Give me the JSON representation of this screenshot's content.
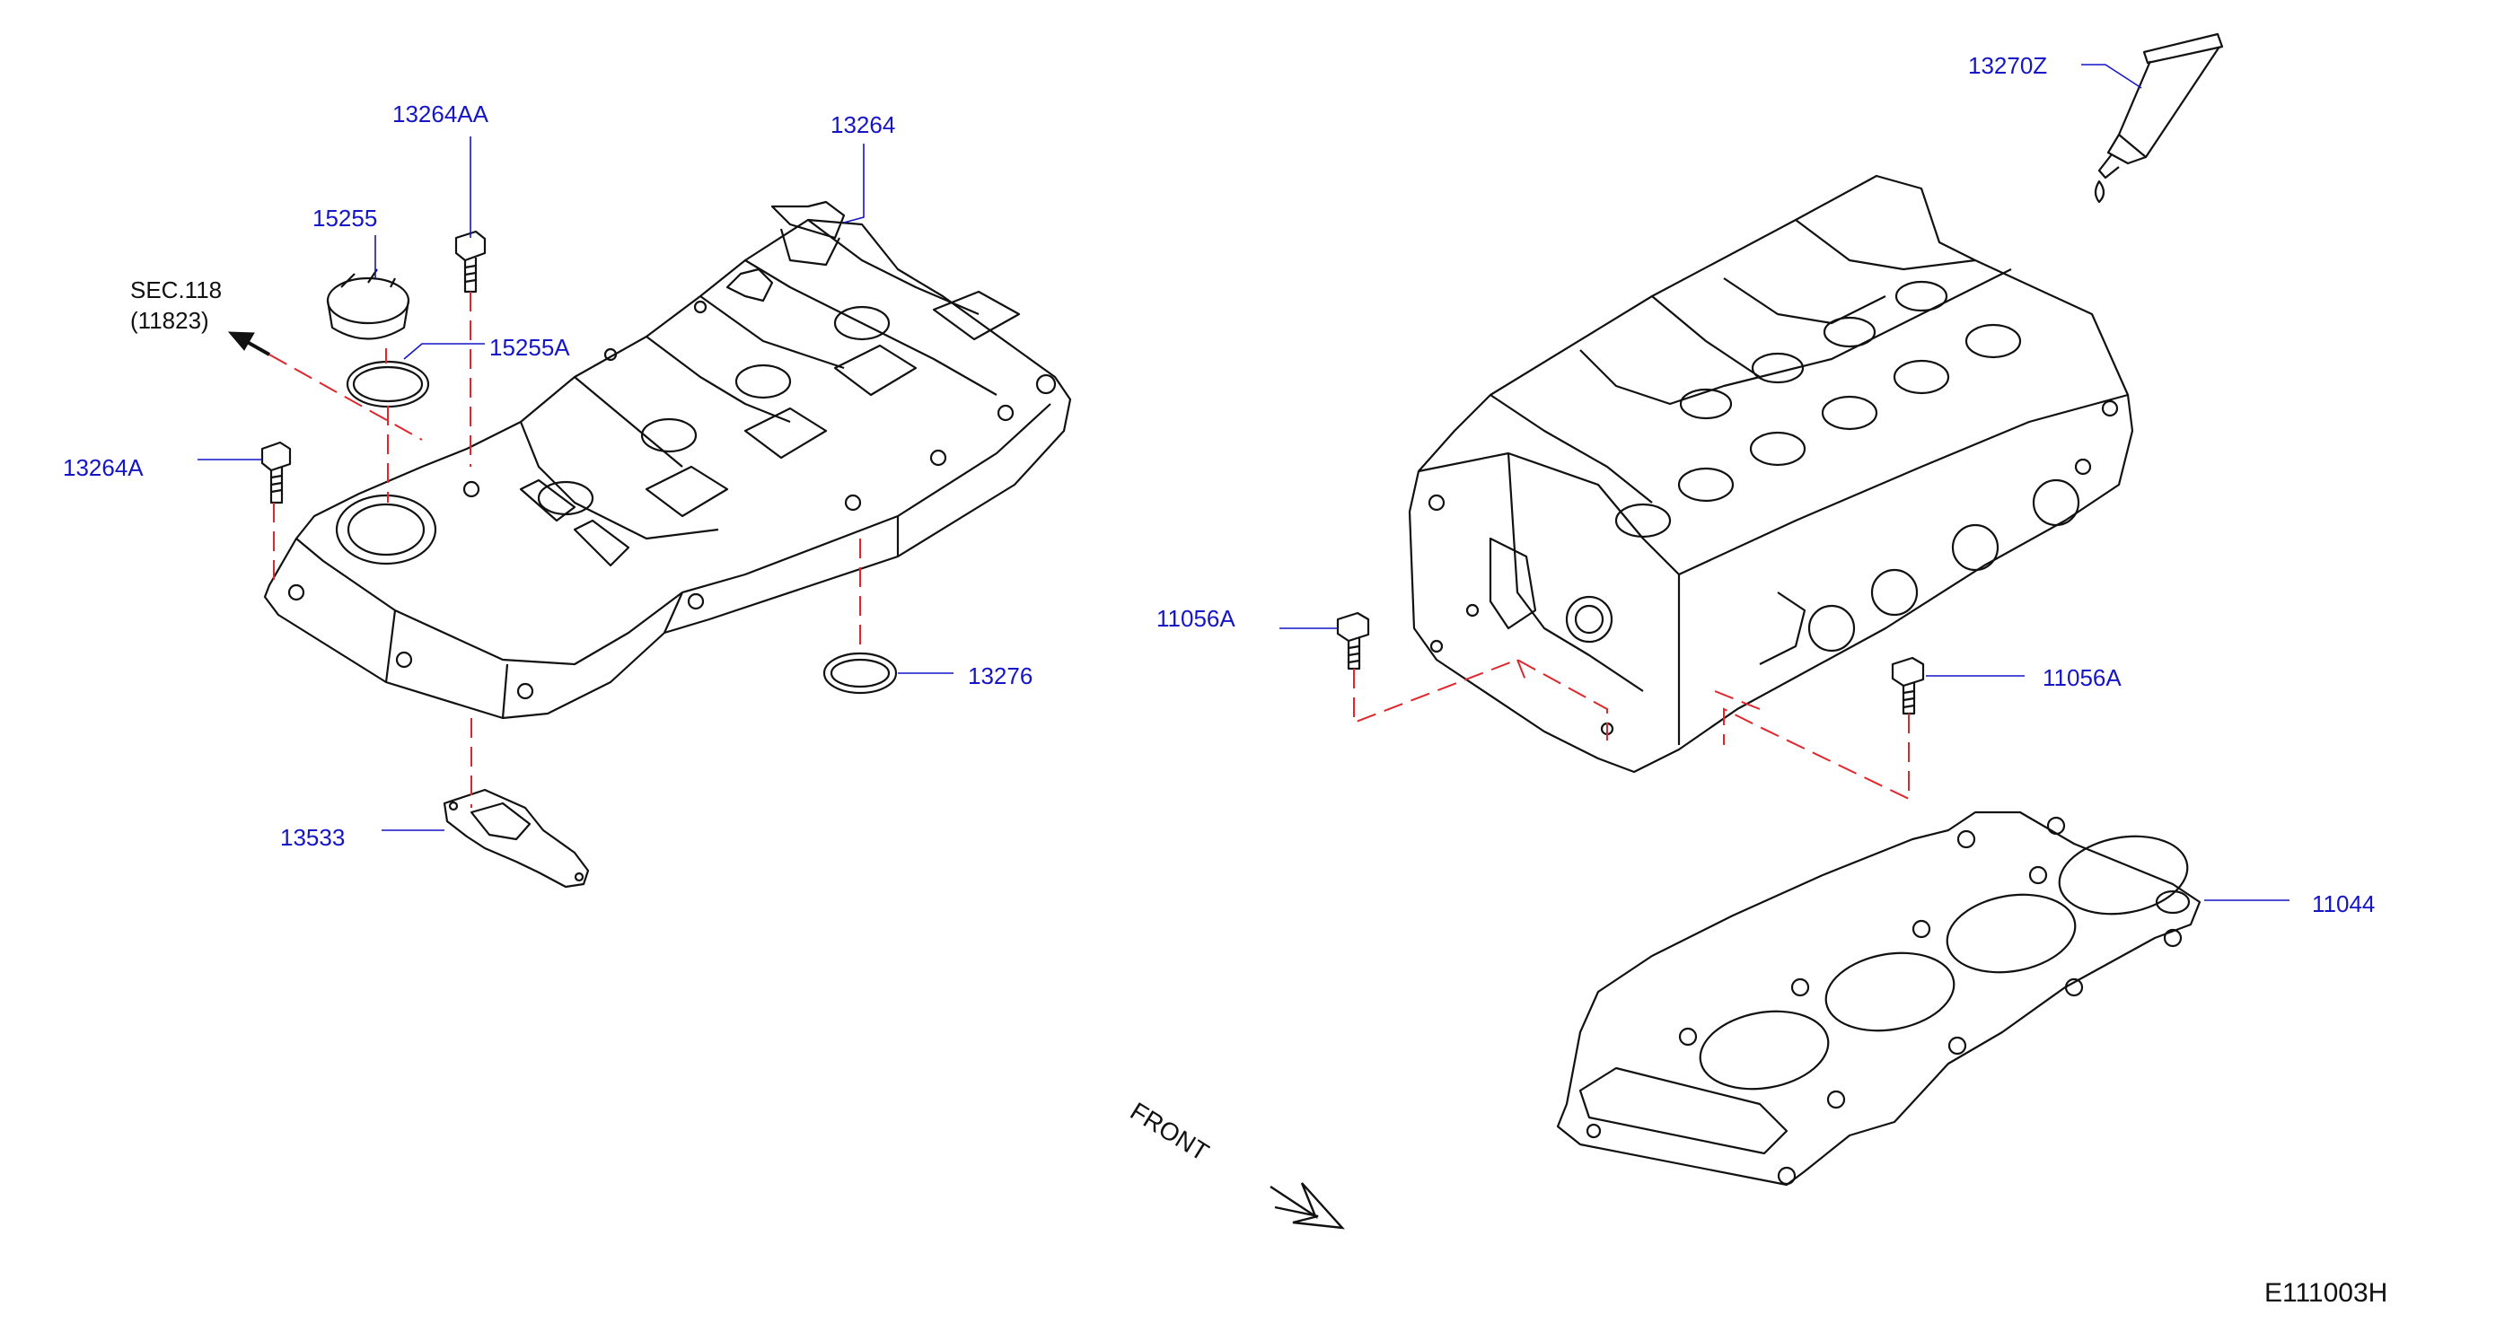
{
  "labels": {
    "p13264AA": "13264AA",
    "p13264": "13264",
    "p15255": "15255",
    "p15255A": "15255A",
    "sec_line1": "SEC.118",
    "sec_line2": "(11823)",
    "p13264A": "13264A",
    "p13276": "13276",
    "p13533": "13533",
    "p13270Z": "13270Z",
    "p11056A_left": "11056A",
    "p11056A_right": "11056A",
    "p11044": "11044",
    "front": "FRONT",
    "diagram_code": "E111003H"
  },
  "colors": {
    "label_blue": "#1515c8",
    "leader_blue": "#1515c8",
    "dash_red": "#e0262b",
    "line_art": "#111111"
  },
  "icons": {
    "sec_arrow": "arrow-up-left-icon",
    "front_arrow": "double-arrow-down-right-icon"
  }
}
